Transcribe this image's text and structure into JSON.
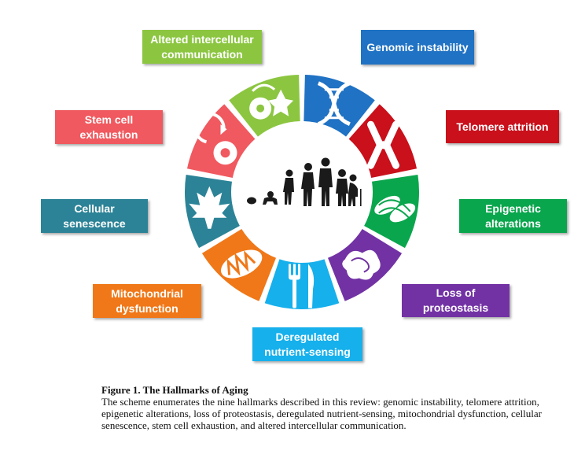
{
  "hallmarks": [
    {
      "id": "genomic",
      "label": "Genomic instability",
      "color": "#1f72c4",
      "icon": "dna-icon"
    },
    {
      "id": "telomere",
      "label": "Telomere attrition",
      "color": "#c9101b",
      "icon": "chromosome-icon"
    },
    {
      "id": "epigenetic",
      "label": "Epigenetic\nalterations",
      "color": "#0aa64d",
      "icon": "chromatin-icon"
    },
    {
      "id": "proteostasis",
      "label": "Loss of\nproteostasis",
      "color": "#7232a4",
      "icon": "protein-icon"
    },
    {
      "id": "nutrient",
      "label": "Deregulated\nnutrient-sensing",
      "color": "#16b0ec",
      "icon": "fork-knife-icon"
    },
    {
      "id": "mito",
      "label": "Mitochondrial\ndysfunction",
      "color": "#f07818",
      "icon": "mitochondrion-icon"
    },
    {
      "id": "senescence",
      "label": "Cellular\nsenescence",
      "color": "#2c8397",
      "icon": "maple-leaf-icon"
    },
    {
      "id": "stemcell",
      "label": "Stem cell\nexhaustion",
      "color": "#f0595f",
      "icon": "stem-cell-icon"
    },
    {
      "id": "intercellular",
      "label": "Altered intercellular\ncommunication",
      "color": "#8cc641",
      "icon": "cell-signaling-icon"
    }
  ],
  "center_icon": "aging-silhouettes-icon",
  "caption": {
    "title": "Figure 1. The Hallmarks of Aging",
    "text": "The scheme enumerates the nine hallmarks described in this review: genomic instability, telomere attrition, epigenetic alterations, loss of proteostasis, deregulated nutrient-sensing, mitochondrial dysfunction, cellular senescence, stem cell exhaustion, and altered intercellular communication."
  }
}
